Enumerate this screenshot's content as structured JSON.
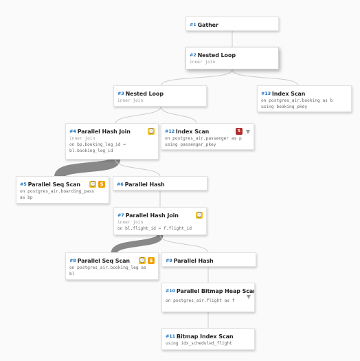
{
  "nodes": {
    "n1": {
      "id": "#1",
      "name": "Gather"
    },
    "n2": {
      "id": "#2",
      "name": "Nested Loop",
      "sub1": "inner join"
    },
    "n3": {
      "id": "#3",
      "name": "Nested Loop",
      "sub1": "inner join"
    },
    "n13": {
      "id": "#13",
      "name": "Index Scan",
      "sub1": "on postgres_air.booking as b",
      "sub2": "using booking_pkey"
    },
    "n4": {
      "id": "#4",
      "name": "Parallel Hash Join",
      "sub1": "inner join",
      "sub2": "on bp.booking_leg_id =",
      "sub3": "bl.booking_leg_id"
    },
    "n12": {
      "id": "#12",
      "name": "Index Scan",
      "sub1": "on postgres_air.passenger as p",
      "sub2": "using passenger_pkey"
    },
    "n5": {
      "id": "#5",
      "name": "Parallel Seq Scan",
      "sub1": "on postgres_air.boarding_pass",
      "sub2": "as bp"
    },
    "n6": {
      "id": "#6",
      "name": "Parallel Hash"
    },
    "n7": {
      "id": "#7",
      "name": "Parallel Hash Join",
      "sub1": "inner join",
      "sub2": "on bl.flight_id = f.flight_id"
    },
    "n8": {
      "id": "#8",
      "name": "Parallel Seq Scan",
      "sub1": "on postgres_air.booking_leg as",
      "sub2": "bl"
    },
    "n9": {
      "id": "#9",
      "name": "Parallel Hash"
    },
    "n10": {
      "id": "#10",
      "name": "Parallel Bitmap Heap Scan",
      "sub1": "on postgres_air.flight as f"
    },
    "n11": {
      "id": "#11",
      "name": "Bitmap Index Scan",
      "sub1": "using idx_scheduled_flight"
    }
  },
  "badge_icons": {
    "clock": "clock-icon",
    "dollar": "dollar-icon",
    "rows": "row-estimate-icon",
    "collapse": "collapse-caret-icon"
  },
  "badge_glyphs": {
    "dollar": "$",
    "rows": "⇅"
  },
  "colors": {
    "node_id": "#1e73be",
    "edge": "#cccccc",
    "edge_heavy": "#888888",
    "clock_badge": "#f0c419",
    "dollar_badge": "#f0a000",
    "rows_badge": "#b02a2a"
  }
}
